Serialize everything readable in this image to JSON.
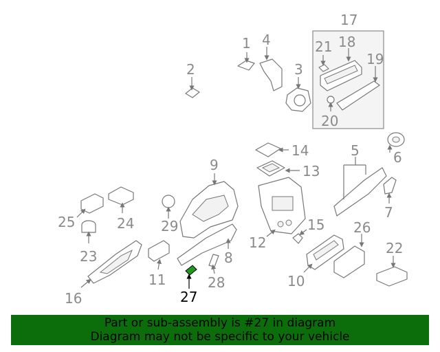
{
  "diagram": {
    "callouts": {
      "c1": "1",
      "c2": "2",
      "c3": "3",
      "c4": "4",
      "c5": "5",
      "c6": "6",
      "c7": "7",
      "c8": "8",
      "c9": "9",
      "c10": "10",
      "c11": "11",
      "c12": "12",
      "c13": "13",
      "c14": "14",
      "c15": "15",
      "c16": "16",
      "c17": "17",
      "c18": "18",
      "c19": "19",
      "c20": "20",
      "c21": "21",
      "c22": "22",
      "c23": "23",
      "c24": "24",
      "c25": "25",
      "c26": "26",
      "c27": "27",
      "c28": "28",
      "c29": "29"
    },
    "highlight_part": "27",
    "colors": {
      "line": "#777777",
      "highlight_fill": "#1f9a1f",
      "banner": "#0b6e0b",
      "group_box": "#f4f4f4"
    }
  },
  "banner": {
    "line1": "Part or sub-assembly is #27 in diagram",
    "line2": "Diagram may not be specific to your vehicle"
  }
}
